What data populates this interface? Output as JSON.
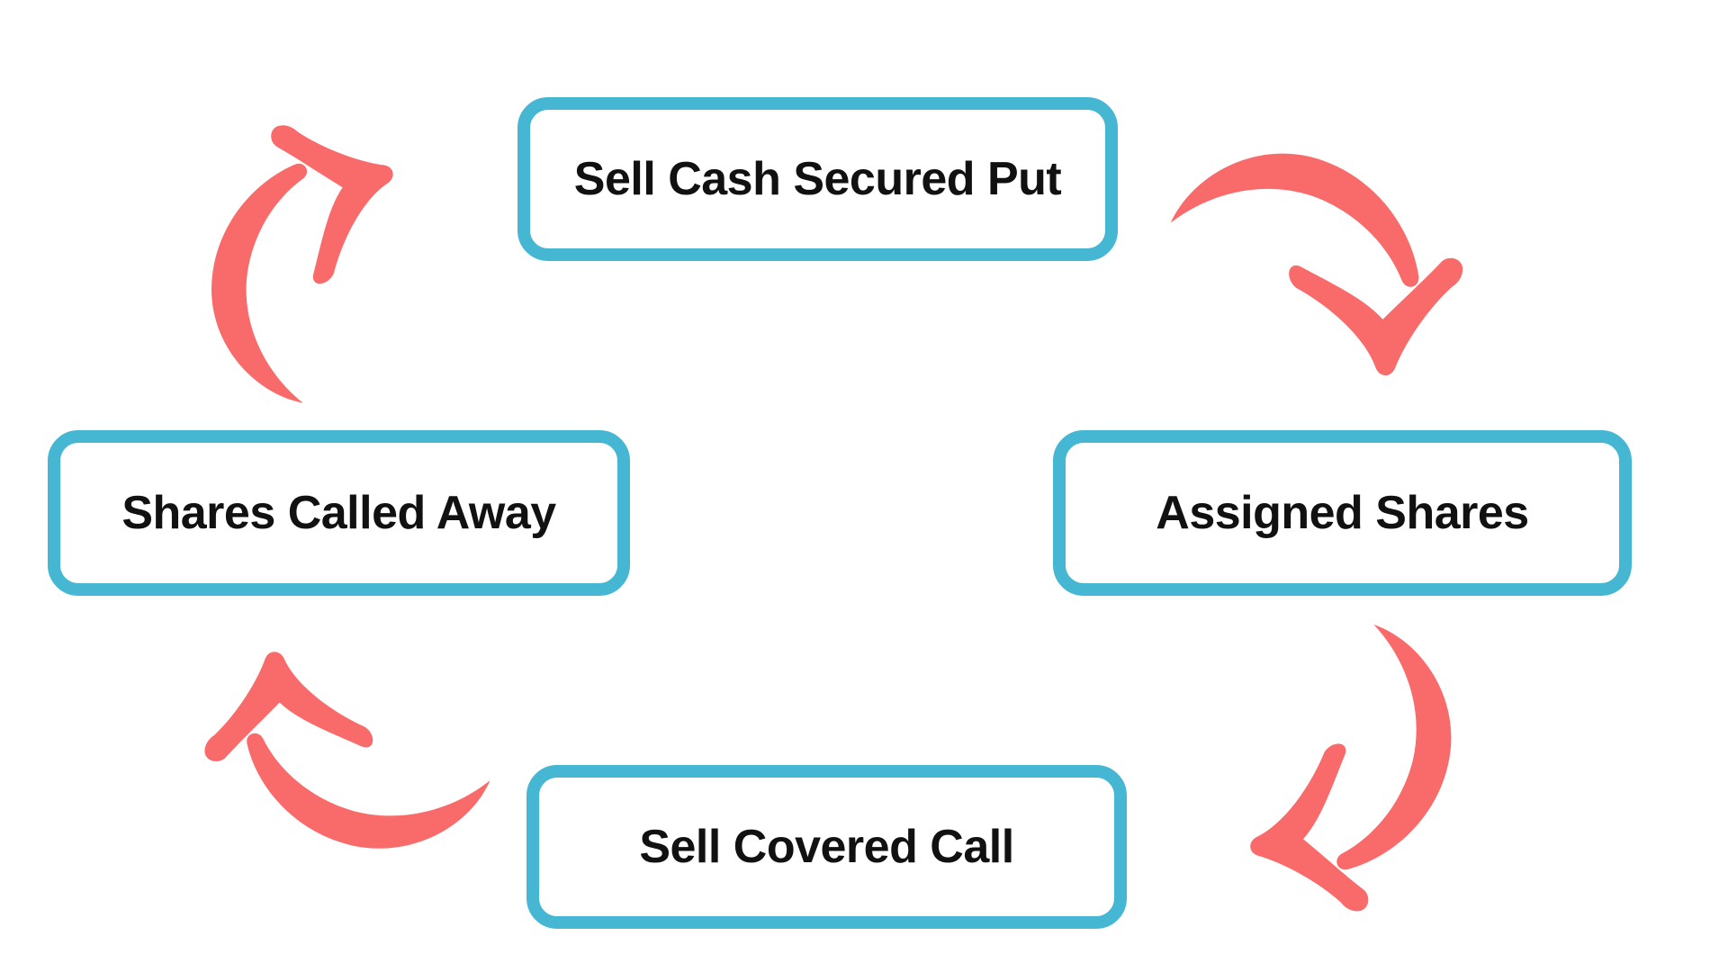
{
  "diagram": {
    "type": "cycle",
    "flow": "clockwise",
    "background": "#ffffff",
    "colors": {
      "node_border": "#45B7D2",
      "node_fill": "#ffffff",
      "node_text": "#111111",
      "arrow": "#F96A6A"
    },
    "nodes": [
      {
        "id": "sell-cash-secured-put",
        "label": "Sell Cash Secured Put",
        "position": "top"
      },
      {
        "id": "assigned-shares",
        "label": "Assigned Shares",
        "position": "right"
      },
      {
        "id": "sell-covered-call",
        "label": "Sell Covered Call",
        "position": "bottom"
      },
      {
        "id": "shares-called-away",
        "label": "Shares Called Away",
        "position": "left"
      }
    ],
    "edges": [
      {
        "from": "sell-cash-secured-put",
        "to": "assigned-shares"
      },
      {
        "from": "assigned-shares",
        "to": "sell-covered-call"
      },
      {
        "from": "sell-covered-call",
        "to": "shares-called-away"
      },
      {
        "from": "shares-called-away",
        "to": "sell-cash-secured-put"
      }
    ]
  }
}
